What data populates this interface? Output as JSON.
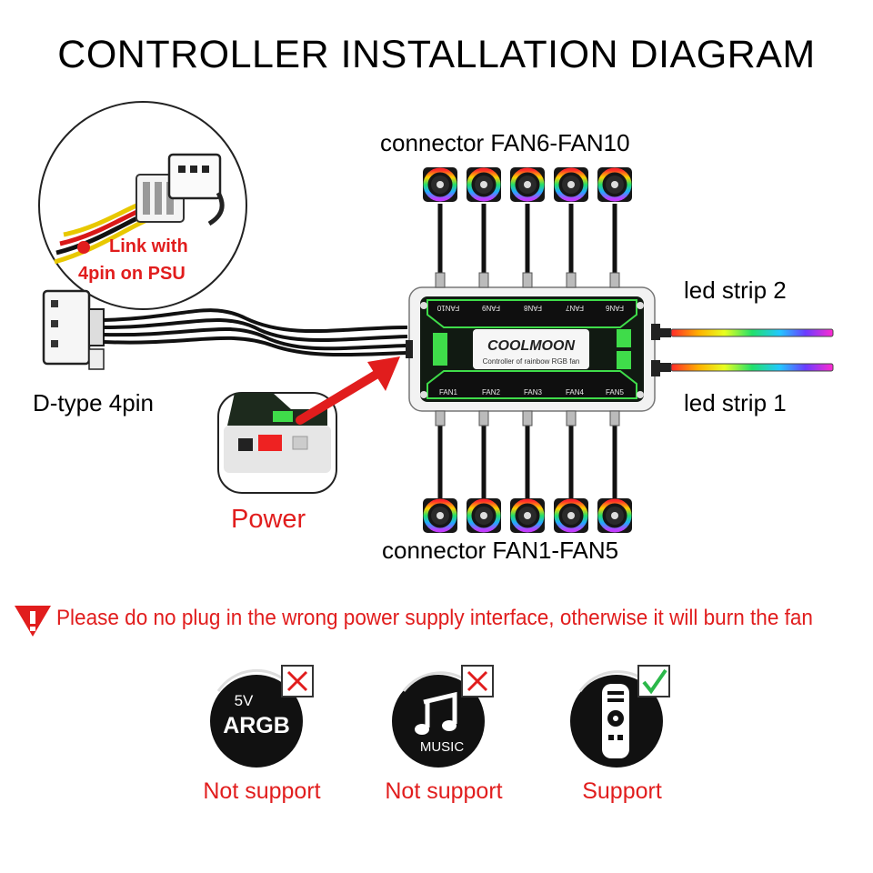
{
  "title": "CONTROLLER INSTALLATION DIAGRAM",
  "labels": {
    "top_connector": "connector FAN6-FAN10",
    "bottom_connector": "connector FAN1-FAN5",
    "led_strip_2": "led strip 2",
    "led_strip_1": "led strip 1",
    "d_type": "D-type 4pin",
    "power": "Power",
    "psu_line1": "Link with",
    "psu_line2": "4pin on PSU"
  },
  "controller": {
    "brand": "COOLMOON",
    "subtitle": "Controller of rainbow RGB fan",
    "fan_labels_bottom": [
      "FAN1",
      "FAN2",
      "FAN3",
      "FAN4",
      "FAN5"
    ],
    "fan_labels_top": [
      "FAN10",
      "FAN9",
      "FAN8",
      "FAN7",
      "FAN6"
    ]
  },
  "warning": {
    "text": "Please do no plug in the wrong power supply interface, otherwise it will burn the fan"
  },
  "features": [
    {
      "name": "ARGB",
      "top": "5V",
      "status": "Not support",
      "supported": false
    },
    {
      "name": "MUSIC",
      "status": "Not support",
      "supported": false
    },
    {
      "name": "remote",
      "status": "Support",
      "supported": true
    }
  ],
  "colors": {
    "accent_red": "#e11d1d",
    "controller_green": "#3fdc4a",
    "check_green": "#2bb84a"
  }
}
